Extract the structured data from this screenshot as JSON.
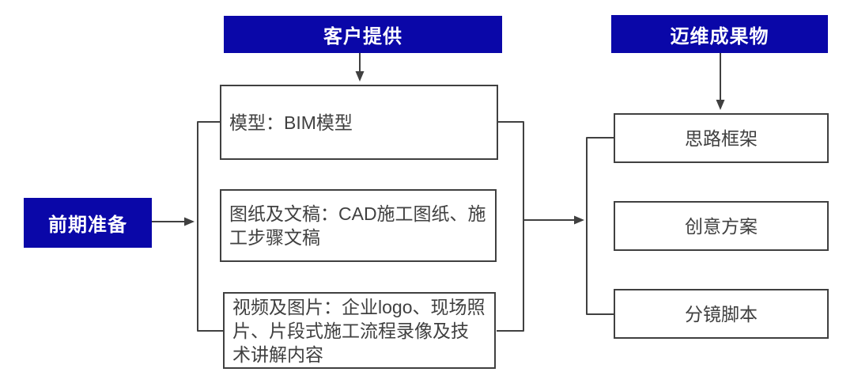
{
  "diagram_title": "BIM animation production preparation flow",
  "stage": {
    "label": "前期准备"
  },
  "columns": {
    "customer": {
      "header": "客户提供",
      "items": [
        "模型：BIM模型",
        "图纸及文稿：CAD施工图纸、施工步骤文稿",
        "视频及图片：企业logo、现场照片、片段式施工流程录像及技术讲解内容"
      ]
    },
    "deliverables": {
      "header": "迈维成果物",
      "items": [
        "思路框架",
        "创意方案",
        "分镜脚本"
      ]
    }
  },
  "colors": {
    "accent_blue": "#0A07A8",
    "header_text": "#FFFFFF",
    "box_border": "#404040",
    "box_text": "#404040",
    "connector_line": "#404040",
    "background": "#FFFFFF"
  }
}
